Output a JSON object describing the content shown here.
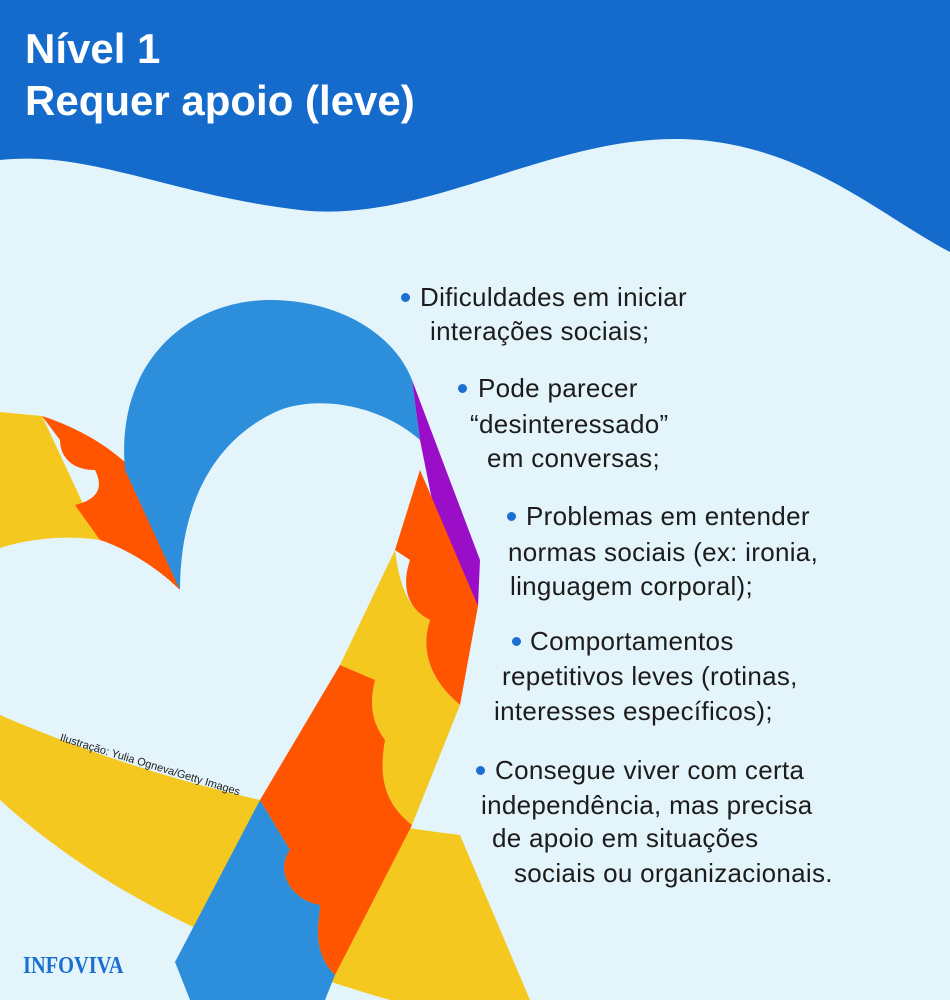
{
  "header": {
    "title_line1": "Nível 1",
    "title_line2": "Requer apoio (leve)"
  },
  "items": [
    {
      "lines": [
        "Dificuldades em iniciar",
        "interações sociais;"
      ]
    },
    {
      "lines": [
        "Pode parecer",
        "“desinteressado”",
        "em conversas;"
      ]
    },
    {
      "lines": [
        "Problemas em entender",
        "normas sociais (ex: ironia,",
        "linguagem corporal);"
      ]
    },
    {
      "lines": [
        "Comportamentos",
        "repetitivos leves (rotinas,",
        "interesses específicos);"
      ]
    },
    {
      "lines": [
        "Consegue viver com certa",
        "independência, mas precisa",
        "de apoio em situações",
        "sociais ou organizacionais."
      ]
    }
  ],
  "credit": "Ilustração: Yulia Ogneva/Getty Images",
  "logo": "INFOVIVA",
  "colors": {
    "header": "#156bcc",
    "background": "#e4f4fb",
    "blue": "#2d8fdc",
    "yellow": "#f4c81e",
    "orange": "#ff5500",
    "purple": "#9a0ec8"
  }
}
